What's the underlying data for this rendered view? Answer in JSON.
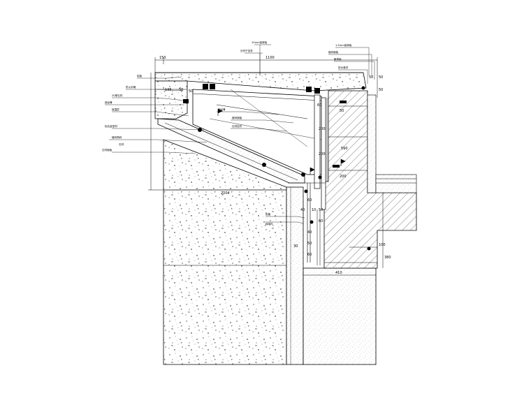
{
  "dimensions": {
    "top_left": "150",
    "top_right": "1100",
    "left_135": "135",
    "left_50": "50",
    "inner_50": "50",
    "right_50_a": "50",
    "right_50_b": "50",
    "right_50_c": "50",
    "bottom_width": "2204",
    "v_60": "60",
    "v_200": "200",
    "v_590": "590",
    "v_50_a": "50",
    "v_200_b": "200",
    "v_200_c": "200",
    "low_60": "60",
    "low_40": "40",
    "low_10": "10",
    "low_50": "50",
    "low_60b": "60",
    "low_40b": "40",
    "low_50b": "50",
    "low_60c": "60",
    "low_30": "30",
    "right_100": "100",
    "bottom_410": "410",
    "right_380": "380"
  },
  "annotations": {
    "top_a": "10mm铝单板",
    "top_b": "石材干挂件",
    "right_a": "1.5mm铝单板",
    "right_b": "镀锌钢板",
    "right_c": "聚苯板",
    "right_d": "防水卷材",
    "left_a": "铝板",
    "left_b": "防火封堵",
    "left_c": "20厚石材",
    "left_d": "钢龙骨",
    "left_e": "保温层",
    "left_f": "铝合金型材",
    "left_g": "镀锌角码",
    "left_h": "石材",
    "left_i": "石材面板",
    "mid_a": "钢龙骨",
    "mid_b": "镀锌钢板",
    "mid_c": "石材挂件",
    "low_a": "铝板",
    "low_b": "转接件"
  }
}
